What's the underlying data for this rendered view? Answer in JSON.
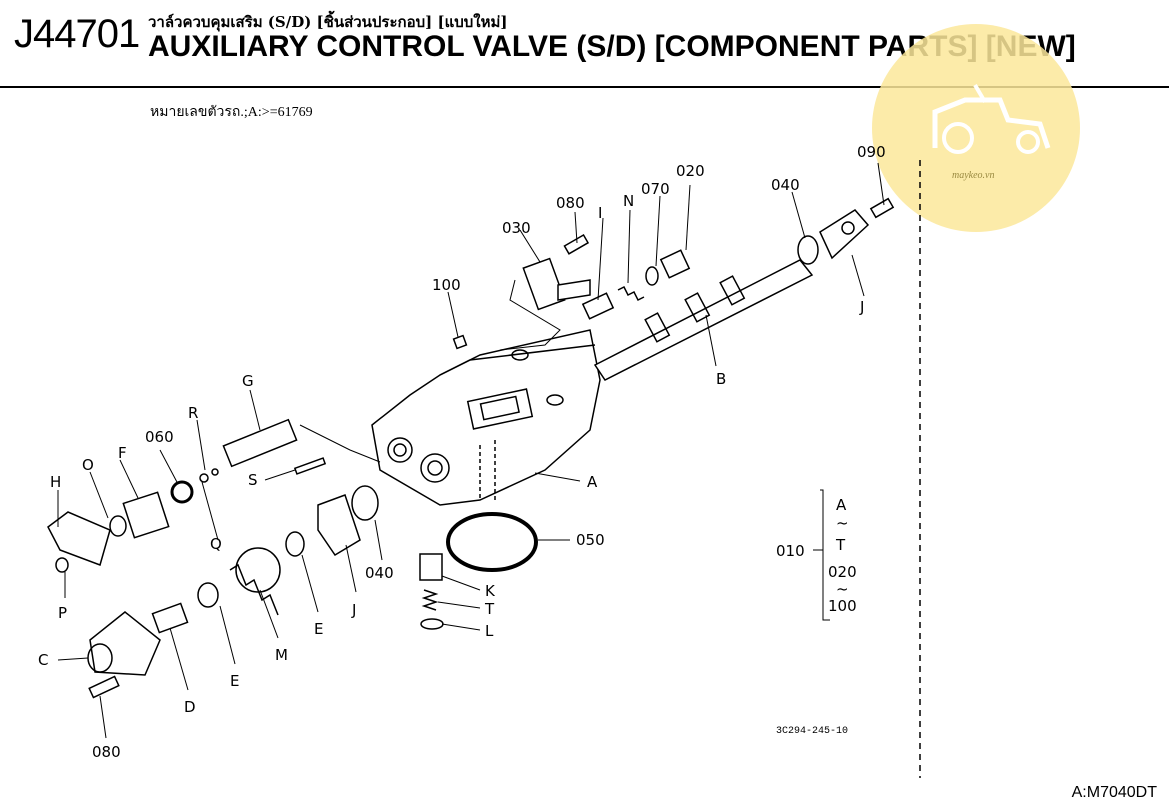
{
  "header": {
    "code": "J44701",
    "title_th": "วาล์วควบคุมเสริม (S/D) [ชิ้นส่วนประกอบ] [แบบใหม่]",
    "title_en": "AUXILIARY CONTROL VALVE (S/D) [COMPONENT PARTS] [NEW]",
    "serial_note": "หมายเลขตัวรถ.;A:>=61769"
  },
  "watermark": {
    "text": "maykeo.vn",
    "color": "#fbe89a"
  },
  "callouts": {
    "090": "090",
    "040_top": "040",
    "080_top": "080",
    "N": "N",
    "070": "070",
    "020": "020",
    "I": "I",
    "030": "030",
    "100": "100",
    "J_top": "J",
    "B": "B",
    "G": "G",
    "R": "R",
    "060": "060",
    "F": "F",
    "O": "O",
    "H": "H",
    "S": "S",
    "A": "A",
    "Q": "Q",
    "040_mid": "040",
    "J_mid": "J",
    "050": "050",
    "K": "K",
    "T": "T",
    "L": "L",
    "P": "P",
    "C": "C",
    "E_bot": "E",
    "M": "M",
    "E_mid": "E",
    "D": "D",
    "080_bot": "080"
  },
  "legend": {
    "code": "010",
    "lines": [
      "A",
      "~",
      "T",
      "020",
      "~",
      "100"
    ]
  },
  "drawing_ref": "3C294-245-10",
  "model_ref": "A:M7040DT"
}
